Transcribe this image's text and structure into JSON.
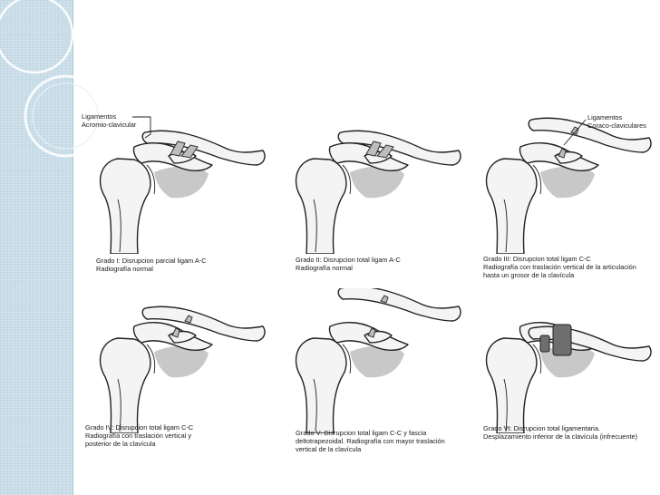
{
  "labels": {
    "ac_ligaments": "Ligamentos\nAcromio-clavicular",
    "cc_ligaments": "Ligamentos\nCoraco-claviculares"
  },
  "captions": [
    "Grado I: Disrupcion parcial ligam A-C\nRadiografía normal",
    "Grado II: Disrupcion total ligam A-C\nRadiografía normal",
    "Grado III: Disrupcion total ligam C-C\nRadiografía con traslación vertical de la articulación\nhasta un grosor de la clavícula",
    "Grado IV: Disrupcion total ligam C-C\nRadiografía con traslación vertical y\nposterior de la clavícula",
    "Grado V: Disrupcion total ligam C-C y fascia\ndeltotrapezoidal. Radiografía con mayor traslación\nvertical de la clavícula",
    "Grado VI: Disrupcion total ligamentaria.\nDesplazamiento inferior de la clavícula (infrecuente)"
  ]
}
